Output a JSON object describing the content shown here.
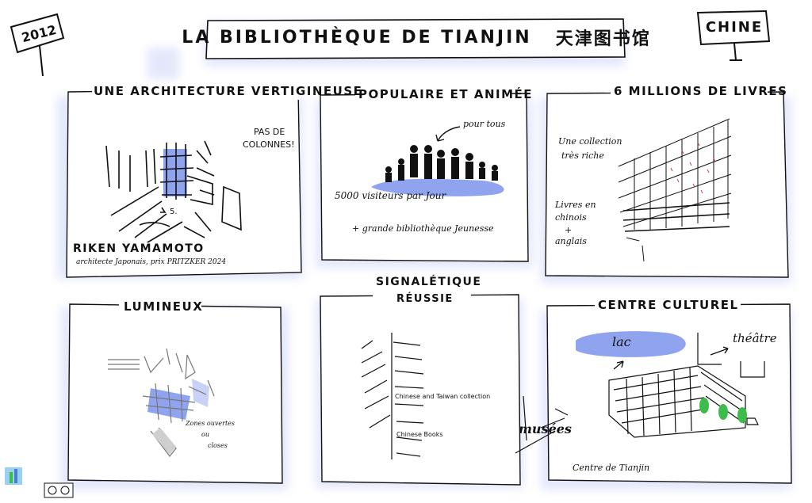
{
  "header": {
    "title": "LA BIBLIOTHÈQUE DE TIANJIN",
    "title_zh": "天津图书馆",
    "year": "2012",
    "country": "CHINE"
  },
  "panels": {
    "architecture": {
      "title": "UNE ARCHITECTURE VERTIGINEUSE",
      "note_columns_1": "PAS DE",
      "note_columns_2": "COLONNES!",
      "stair_mark": "5.",
      "architect_name": "RIKEN YAMAMOTO",
      "architect_caption": "architecte Japonais, prix PRITZKER 2024"
    },
    "populaire": {
      "title": "POPULAIRE ET ANIMÉE",
      "for_all": "pour tous",
      "visitors": "5000 visiteurs par Jour",
      "youth": "+ grande bibliothèque Jeunesse"
    },
    "livres": {
      "title": "6 MILLIONS DE LIVRES",
      "collection_1": "Une collection",
      "collection_2": "très riche",
      "languages_1": "Livres en",
      "languages_2": "chinois",
      "languages_3": "+",
      "languages_4": "anglais"
    },
    "lumineux": {
      "title": "LUMINEUX",
      "zones_1": "Zones ouvertes",
      "zones_2": "ou",
      "zones_3": "closes"
    },
    "signaletique": {
      "title_1": "SIGNALÉTIQUE",
      "title_2": "RÉUSSIE",
      "sign_1": "Chinese and Taiwan collection",
      "sign_2": "Chinese Books"
    },
    "culturel": {
      "title": "CENTRE CULTUREL",
      "lake": "lac",
      "theatre": "théâtre",
      "museums": "musées",
      "center": "Centre de Tianjin"
    }
  },
  "colors": {
    "ink": "#111111",
    "accent_blue": "#8fa3ee",
    "glow_blue": "#e6e9fb",
    "accent_green": "#3cbc4a",
    "accent_red": "#d04040"
  }
}
